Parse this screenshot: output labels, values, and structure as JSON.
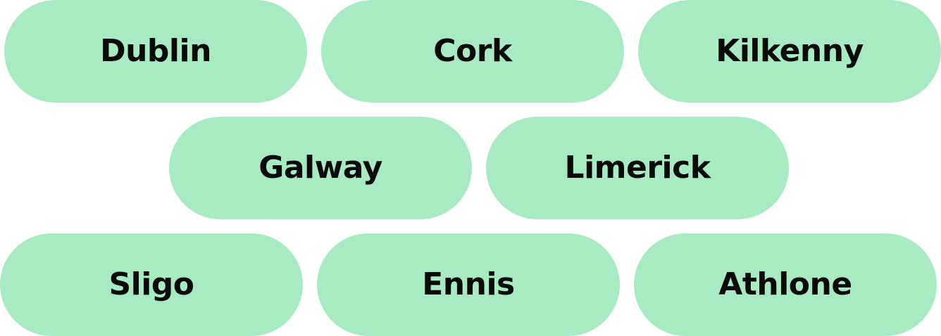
{
  "theme": {
    "pill_background": "#a8ebc3",
    "label_color": "#0a0a0a",
    "page_background": "#ffffff"
  },
  "pills": [
    {
      "label": "Dublin"
    },
    {
      "label": "Cork"
    },
    {
      "label": "Kilkenny"
    },
    {
      "label": "Galway"
    },
    {
      "label": "Limerick"
    },
    {
      "label": "Sligo"
    },
    {
      "label": "Ennis"
    },
    {
      "label": "Athlone"
    }
  ]
}
